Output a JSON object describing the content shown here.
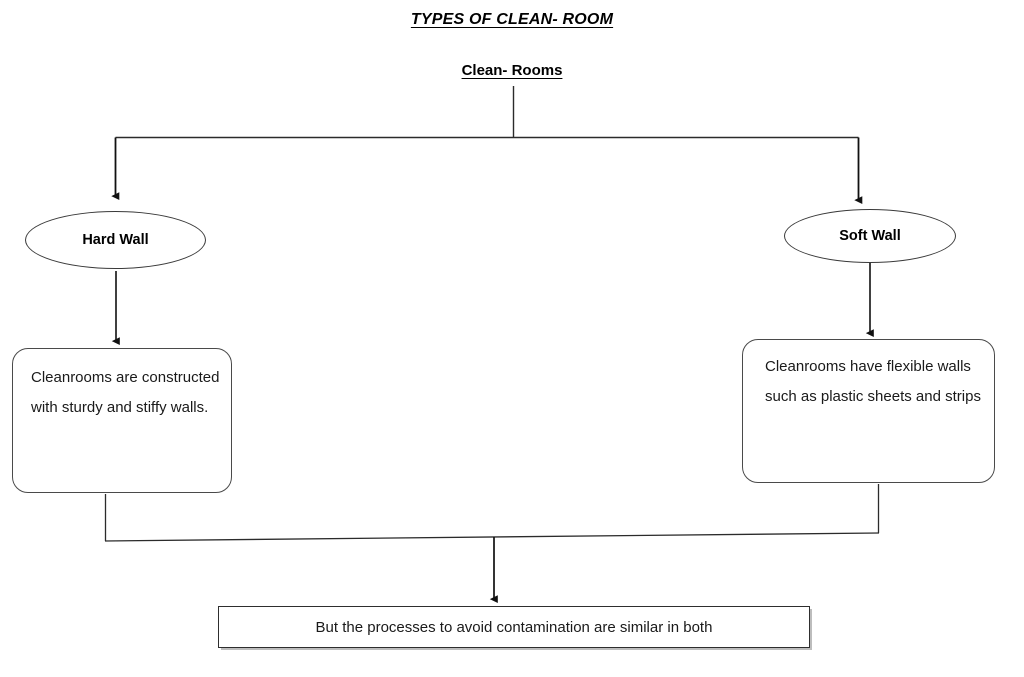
{
  "diagram": {
    "title": "TYPES OF CLEAN- ROOM",
    "root_label": "Clean- Rooms",
    "nodes": {
      "hard_wall": "Hard Wall",
      "soft_wall": "Soft Wall",
      "hard_wall_desc": "Cleanrooms are constructed with sturdy and stiffy walls.",
      "soft_wall_desc": "Cleanrooms have flexible walls such as plastic sheets and strips",
      "summary": "But the processes to avoid contamination are similar in both"
    },
    "colors": {
      "background": "#ffffff",
      "text": "#000000",
      "shape_stroke": "#3a3a3a",
      "connector_stroke": "#1a1a1a",
      "shadow": "#bdbdbd"
    }
  }
}
